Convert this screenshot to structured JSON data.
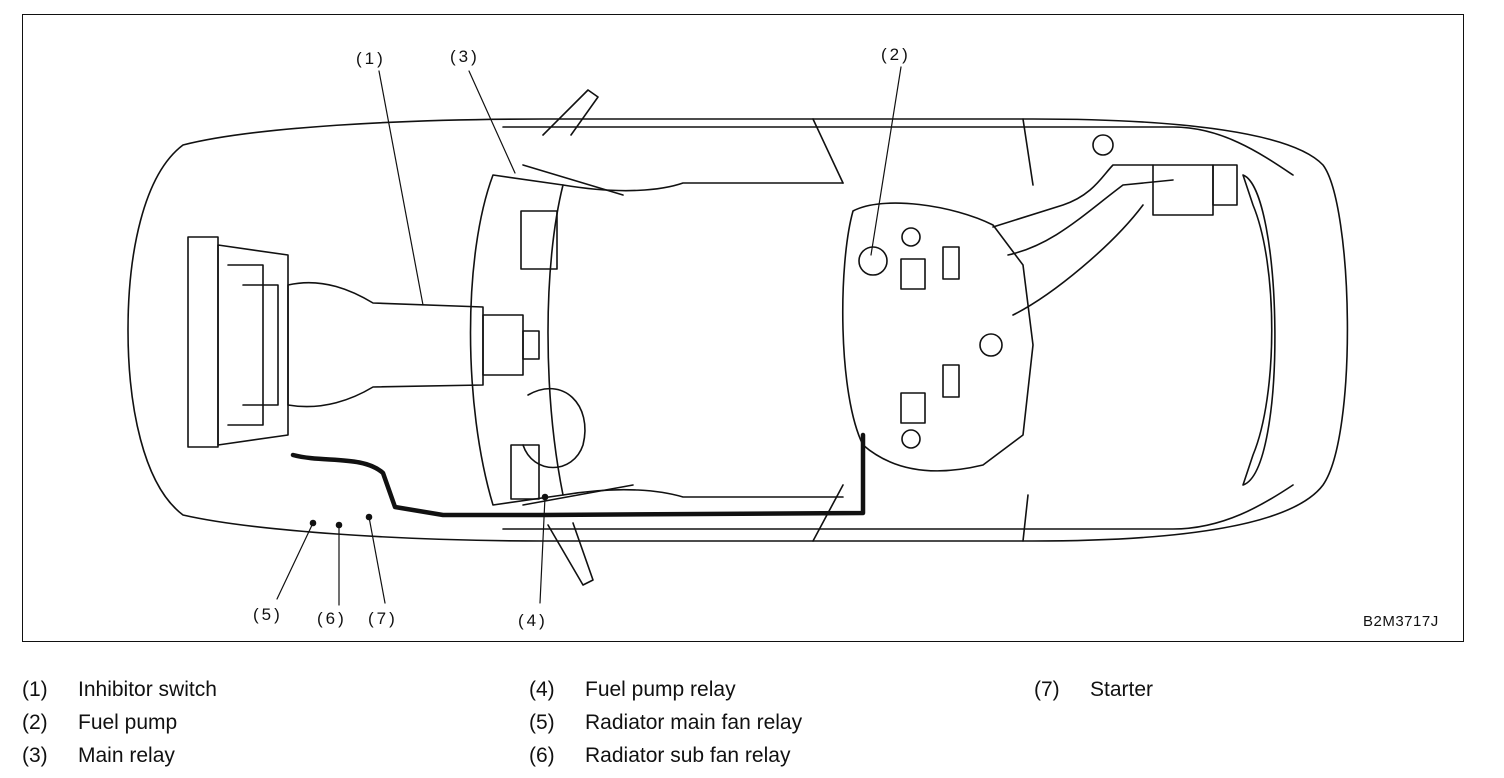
{
  "figure_id": "B2M3717J",
  "callouts": [
    "(1)",
    "(2)",
    "(3)",
    "(4)",
    "(5)",
    "(6)",
    "(7)"
  ],
  "legend": [
    {
      "num": "(1)",
      "label": "Inhibitor switch"
    },
    {
      "num": "(2)",
      "label": "Fuel pump"
    },
    {
      "num": "(3)",
      "label": "Main relay"
    },
    {
      "num": "(4)",
      "label": "Fuel pump relay"
    },
    {
      "num": "(5)",
      "label": "Radiator main fan relay"
    },
    {
      "num": "(6)",
      "label": "Radiator sub fan relay"
    },
    {
      "num": "(7)",
      "label": "Starter"
    }
  ]
}
